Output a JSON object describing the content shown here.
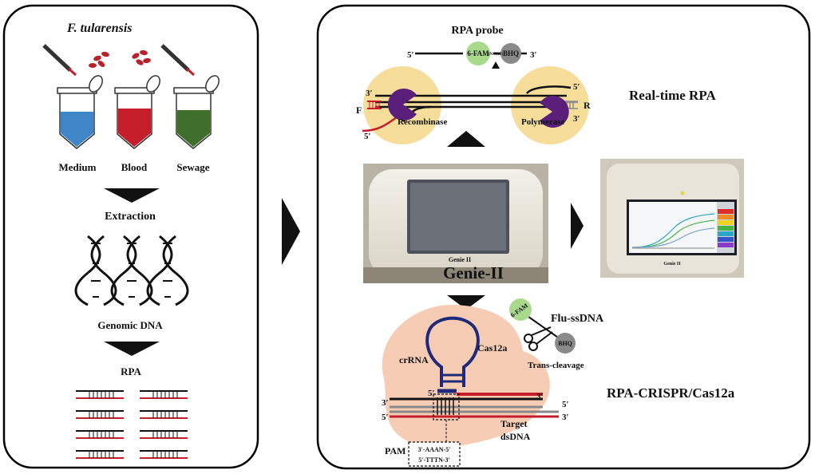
{
  "left_panel": {
    "organism": "F. tularensis",
    "samples": [
      "Medium",
      "Blood",
      "Sewage"
    ],
    "step_extraction": "Extraction",
    "step_dna": "Genomic DNA",
    "step_rpa": "RPA"
  },
  "rpa_diagram": {
    "probe_label": "RPA probe",
    "fam": "6-FAM",
    "thf": "(N/THF)",
    "bhq": "BHQ",
    "five_prime": "5′",
    "three_prime": "3′",
    "forward": "F",
    "reverse": "R",
    "recombinase": "Recombinase",
    "polymerase": "Polymerase",
    "method": "Real-time RPA"
  },
  "device": {
    "name": "Genie-II",
    "badge": "Genie II"
  },
  "crispr_diagram": {
    "flu": "Flu-ssDNA",
    "fam": "6-FAM",
    "bhq": "BHQ",
    "trans": "Trans-cleavage",
    "crrna": "crRNA",
    "cas": "Cas12a",
    "target": "Target",
    "dsdna": "dsDNA",
    "pam": "PAM",
    "pam_seq1": "3′-AAAN-5′",
    "pam_seq2": "5′-TTTN-3′",
    "method": "RPA-CRISPR/Cas12a",
    "five_prime": "5′",
    "three_prime": "3′"
  },
  "colors": {
    "medium": "#3f86c9",
    "blood": "#c41e2a",
    "sewage": "#3f6f2a",
    "circle": "#f7dd9a",
    "cas": "#f6cdb4",
    "pacman": "#5a1f7a",
    "crrna": "#1f2a7a",
    "red_strand": "#c41e2a",
    "fam": "#a9d98b",
    "bhq": "#8a8a8a"
  }
}
